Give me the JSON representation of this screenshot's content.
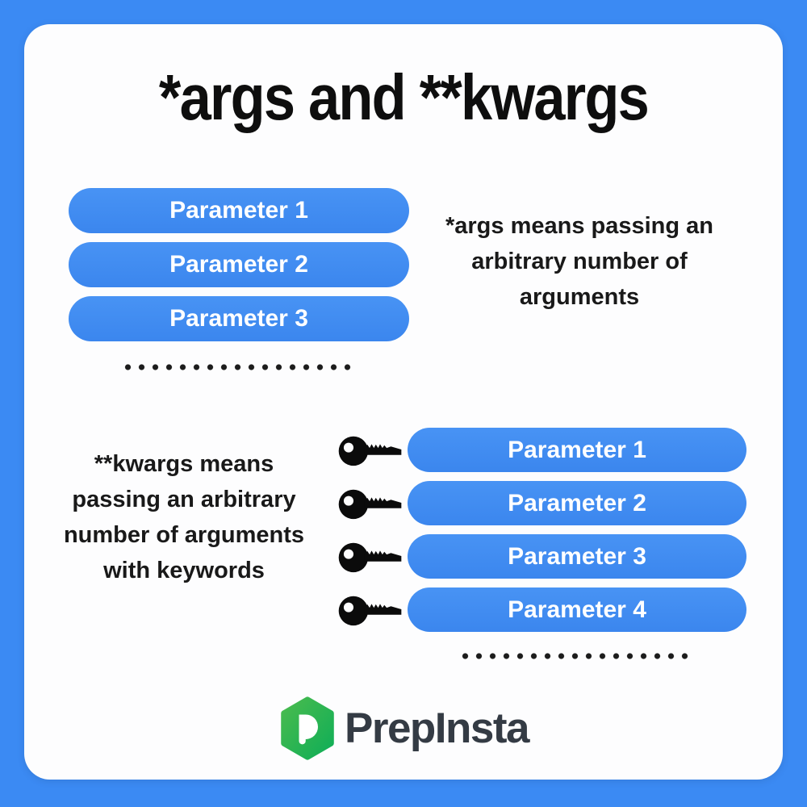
{
  "title": "*args and **kwargs",
  "args_section": {
    "parameters": [
      "Parameter 1",
      "Parameter 2",
      "Parameter 3"
    ],
    "description": "*args means passing an arbitrary number of arguments",
    "description_lines": [
      "*args means passing an",
      "arbitrary number of",
      "arguments"
    ]
  },
  "kwargs_section": {
    "parameters": [
      "Parameter 1",
      "Parameter 2",
      "Parameter 3",
      "Parameter 4"
    ],
    "description": "**kwargs means passing an arbitrary number of arguments with keywords",
    "description_lines": [
      "**kwargs means",
      "passing an arbitrary",
      "number of arguments",
      "with keywords"
    ]
  },
  "footer": {
    "brand_name": "PrepInsta"
  },
  "icons": {
    "kwargs_row_icon": "key-icon",
    "brand_icon": "prepinsta-hexagon-icon",
    "separator": "ellipsis-dots"
  },
  "colors": {
    "frame_blue": "#3b8af3",
    "card_bg": "#fdfdfe",
    "pill_blue": "#3b86ee",
    "pill_blue_light": "#4893f4",
    "pill_text": "#ffffff",
    "title_color": "#0e0e0e",
    "text_dark": "#191919",
    "dot_color": "#1c1c1c",
    "key_black": "#0b0b0b",
    "brand_text": "#343b44",
    "logo_green_light": "#49bb4e",
    "logo_green_dark": "#10ae57"
  }
}
